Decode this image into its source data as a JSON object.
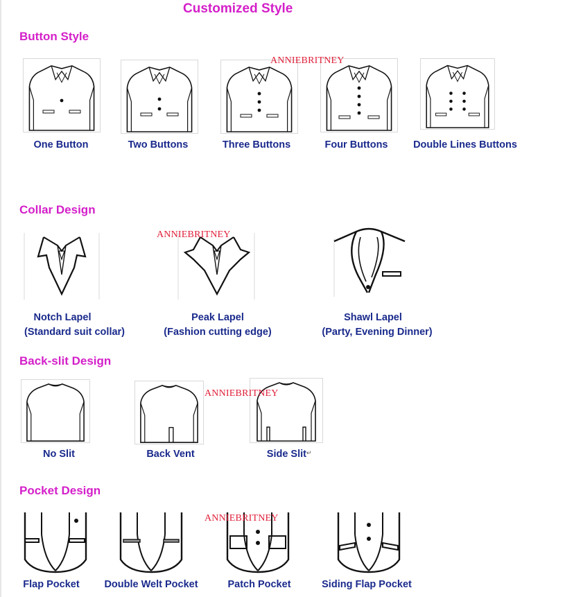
{
  "page_title": "Customized Style",
  "watermark": "ANNIEBRITNEY",
  "sections": {
    "button": {
      "heading": "Button Style",
      "items": [
        {
          "label": "One Button",
          "icon": "one-button-jacket-icon"
        },
        {
          "label": "Two Buttons",
          "icon": "two-buttons-jacket-icon"
        },
        {
          "label": "Three Buttons",
          "icon": "three-buttons-jacket-icon"
        },
        {
          "label": "Four Buttons",
          "icon": "four-buttons-jacket-icon"
        },
        {
          "label": "Double Lines Buttons",
          "icon": "double-breasted-jacket-icon"
        }
      ]
    },
    "collar": {
      "heading": "Collar Design",
      "items": [
        {
          "label": "Notch Lapel",
          "sublabel": "(Standard suit collar)",
          "icon": "notch-lapel-icon"
        },
        {
          "label": "Peak Lapel",
          "sublabel": "(Fashion cutting edge)",
          "icon": "peak-lapel-icon"
        },
        {
          "label": "Shawl Lapel",
          "sublabel": "(Party, Evening Dinner)",
          "icon": "shawl-lapel-icon"
        }
      ]
    },
    "backslit": {
      "heading": "Back-slit Design",
      "items": [
        {
          "label": "No Slit",
          "icon": "no-slit-jacket-back-icon"
        },
        {
          "label": "Back Vent",
          "icon": "back-vent-jacket-back-icon"
        },
        {
          "label": "Side Slit",
          "suffix": "↵",
          "icon": "side-slit-jacket-back-icon"
        }
      ]
    },
    "pocket": {
      "heading": "Pocket Design",
      "items": [
        {
          "label": "Flap Pocket",
          "icon": "flap-pocket-icon"
        },
        {
          "label": "Double Welt Pocket",
          "icon": "double-welt-pocket-icon"
        },
        {
          "label": "Patch Pocket",
          "icon": "patch-pocket-icon"
        },
        {
          "label": "Siding Flap Pocket",
          "icon": "siding-flap-pocket-icon"
        }
      ]
    }
  }
}
